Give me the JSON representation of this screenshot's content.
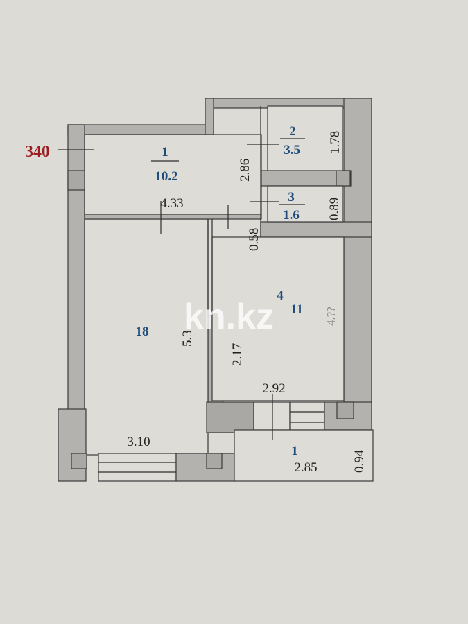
{
  "plan": {
    "level_mark": "340",
    "watermark": "kn.kz",
    "rooms": [
      {
        "id": "hall",
        "number": "1",
        "area": "10.2",
        "dims": [
          "4.33",
          "2.86"
        ]
      },
      {
        "id": "bathroom",
        "number": "2",
        "area": "3.5",
        "dims": [
          "1.78"
        ]
      },
      {
        "id": "toilet",
        "number": "3",
        "area": "1.6",
        "dims": [
          "0.89",
          "0.58"
        ]
      },
      {
        "id": "living-room",
        "number": "",
        "area": "18.0",
        "area_display": "18",
        "dims": [
          "5.3",
          "3.10"
        ]
      },
      {
        "id": "kitchen",
        "number": "4",
        "area": "11",
        "dims": [
          "2.17",
          "2.92",
          "4.??"
        ]
      },
      {
        "id": "balcony",
        "number": "1",
        "area": "",
        "dims": [
          "2.85",
          "0.94"
        ]
      }
    ],
    "colors": {
      "wall": "#b3b2ae",
      "room_number": "#1f4b7a",
      "level_mark": "#9c1e22",
      "paper": "#dcdbd6"
    }
  }
}
